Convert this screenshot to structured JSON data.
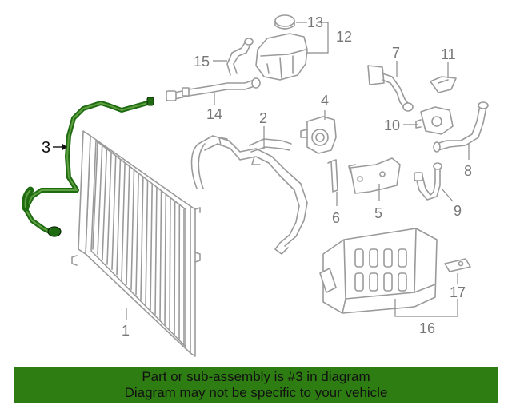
{
  "callouts": {
    "c1": "1",
    "c2": "2",
    "c3": "3",
    "c4": "4",
    "c5": "5",
    "c6": "6",
    "c7": "7",
    "c8": "8",
    "c9": "9",
    "c10": "10",
    "c11": "11",
    "c12": "12",
    "c13": "13",
    "c14": "14",
    "c15": "15",
    "c16": "16",
    "c17": "17"
  },
  "highlighted_part": "3",
  "footer": {
    "line1": "Part or sub-assembly is #3 in diagram",
    "line2": "Diagram may not be specific to your vehicle"
  },
  "colors": {
    "highlight": "#2e7d12",
    "line_art": "#9a9a9a",
    "callout_text": "#777777"
  }
}
